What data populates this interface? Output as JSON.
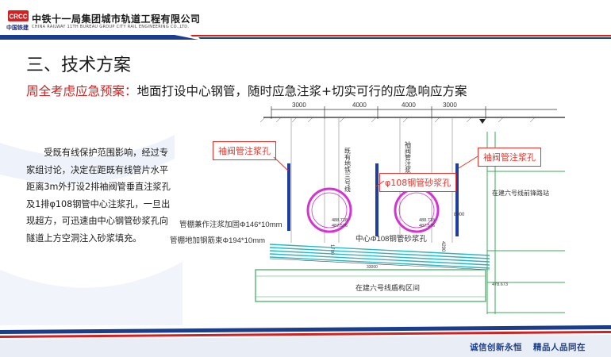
{
  "header": {
    "logo_text": "CRCC",
    "logo_sub": "中国铁建",
    "company_name": "中铁十一局集团城市轨道工程有限公司",
    "company_name_en": "CHINA RAILWAY 11TH BUREAU GROUP CITY RAIL ENGINEERING CO.,LTD."
  },
  "slide": {
    "title": "三、技术方案",
    "subtitle_highlight": "周全考虑应急预案：",
    "subtitle_rest": "地面打设中心钢管，随时应急注浆+切实可行的应急响应方案",
    "body": "受既有线保护范围影响，经过专家组讨论，决定在距既有线管片水平距离3m外打设2排袖阀管垂直注浆孔及1排φ108钢管中心注浆孔，一旦出现超方，可迅速由中心钢管砂浆孔向隧道上方空洞注入砂浆填充。"
  },
  "drawing": {
    "dim_top": [
      "3000",
      "4000",
      "4000",
      "3000"
    ],
    "labels": {
      "existing_line": "既有地铁三号线",
      "sleeve_pipe_vertical": "袖阀管注浆孔",
      "shed_pipe_1": "管棚兼作注浆加固Φ146*10mm",
      "shed_pipe_2": "管棚地加钢筋束Φ194*10mm",
      "center_pipe": "中心Φ108钢管砂浆孔",
      "station_right": "在建六号线前锋路站",
      "tunnel_bottom": "在建六号线盾构区间",
      "elev_1": "488.718",
      "elev_2": "487.576",
      "elev_3": "488.718",
      "elev_4": "487.576",
      "elev_5": "478.673",
      "dim_h_1": "4290",
      "dim_h_2": "4500",
      "dim_h_3": "1780",
      "dim_bottom": "33000",
      "dim_right": "8000"
    },
    "callouts": {
      "left": "袖阀管注浆孔",
      "center": "φ108钢管砂浆孔",
      "right": "袖阀管注浆孔"
    }
  },
  "footer": {
    "slogan_1": "诚信创新永恒",
    "slogan_2": "精品人品同在"
  },
  "colors": {
    "accent_red": "#e8332a",
    "brand_blue": "#1a3e8c",
    "stripe_red": "#d42020"
  }
}
